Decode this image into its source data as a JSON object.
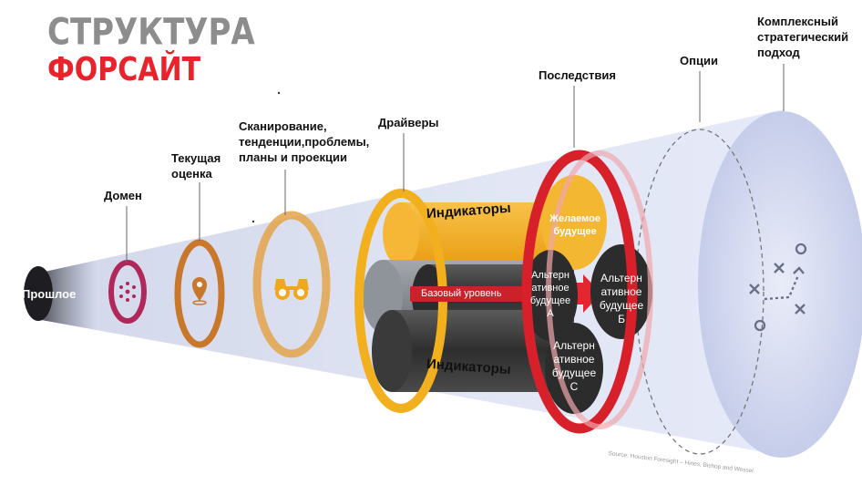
{
  "title": {
    "line1": "СТРУКТУРА",
    "line2": "ФОРСАЙТ"
  },
  "stages": {
    "past": "Прошлое",
    "domain": "Домен",
    "current_assessment": [
      "Текущая",
      "оценка"
    ],
    "scanning": [
      "Сканирование,",
      "тенденции,проблемы,",
      "планы и проекции"
    ],
    "drivers": "Драйверы",
    "consequences": "Последствия",
    "options": "Опции",
    "strategic": [
      "Комплексный",
      "стратегический",
      "подход"
    ]
  },
  "indicators_top": "Индикаторы",
  "indicators_bottom": "Индикаторы",
  "baseline": "Базовый уровень",
  "futures": {
    "desired": [
      "Желаемое",
      "будущее"
    ],
    "alt_a": [
      "Альтерн",
      "ативное",
      "будущее",
      "A"
    ],
    "alt_b": [
      "Альтерн",
      "ативное",
      "будущее",
      "Б"
    ],
    "alt_c": [
      "Альтерн",
      "ативное",
      "будущее",
      "C"
    ]
  },
  "source": "Source: Houston Foresight – Hines, Bishop and Wessel",
  "colors": {
    "red": "#d8202a",
    "orange": "#f2a81c",
    "bronze": "#c9772b",
    "magenta": "#b0285a",
    "dark": "#3a3a3a",
    "cone": "#c7cfe9"
  },
  "icons": [
    "location-pin-icon",
    "binoculars-icon",
    "dots-cluster-icon",
    "strategy-play-icon"
  ]
}
